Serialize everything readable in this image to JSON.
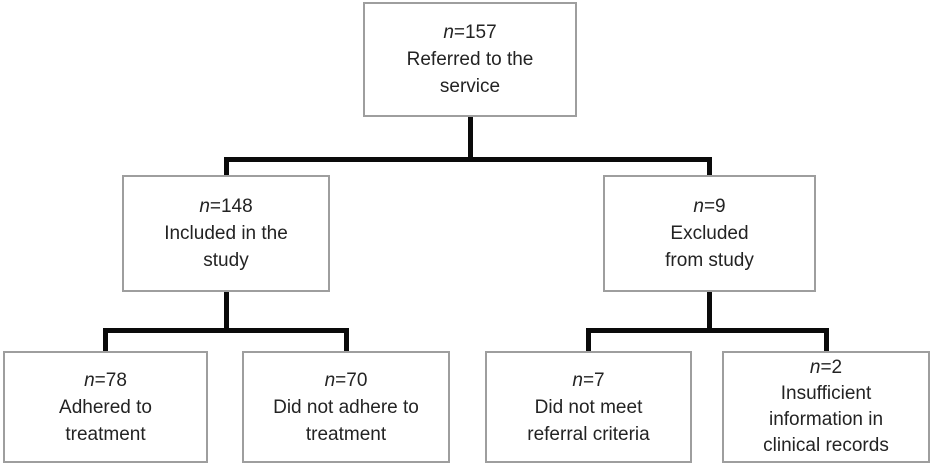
{
  "figure": {
    "type": "flowchart",
    "description": "Study participant flow diagram",
    "colors": {
      "background": "#ffffff",
      "box_fill": "#ffffff",
      "box_border": "#9e9e9e",
      "connector": "#0a0a0a",
      "text": "#232323"
    }
  },
  "nodes": [
    {
      "id": "referred",
      "n": "n",
      "count": "=157",
      "lines": [
        "Referred to the",
        "service"
      ]
    },
    {
      "id": "included",
      "n": "n",
      "count": "=148",
      "lines": [
        "Included in the",
        "study"
      ]
    },
    {
      "id": "excluded",
      "n": "n",
      "count": "=9",
      "lines": [
        "Excluded",
        "from study"
      ]
    },
    {
      "id": "adhered",
      "n": "n",
      "count": "=78",
      "lines": [
        "Adhered to",
        "treatment"
      ]
    },
    {
      "id": "not-adhered",
      "n": "n",
      "count": "=70",
      "lines": [
        "Did not adhere to",
        "treatment"
      ]
    },
    {
      "id": "not-meet-criteria",
      "n": "n",
      "count": "=7",
      "lines": [
        "Did not meet",
        "referral criteria"
      ]
    },
    {
      "id": "insufficient-info",
      "n": "n",
      "count": "=2",
      "lines": [
        "Insufficient",
        "information in",
        "clinical records"
      ]
    }
  ],
  "edges": [
    {
      "from": "referred",
      "to": "included"
    },
    {
      "from": "referred",
      "to": "excluded"
    },
    {
      "from": "included",
      "to": "adhered"
    },
    {
      "from": "included",
      "to": "not-adhered"
    },
    {
      "from": "excluded",
      "to": "not-meet-criteria"
    },
    {
      "from": "excluded",
      "to": "insufficient-info"
    }
  ]
}
